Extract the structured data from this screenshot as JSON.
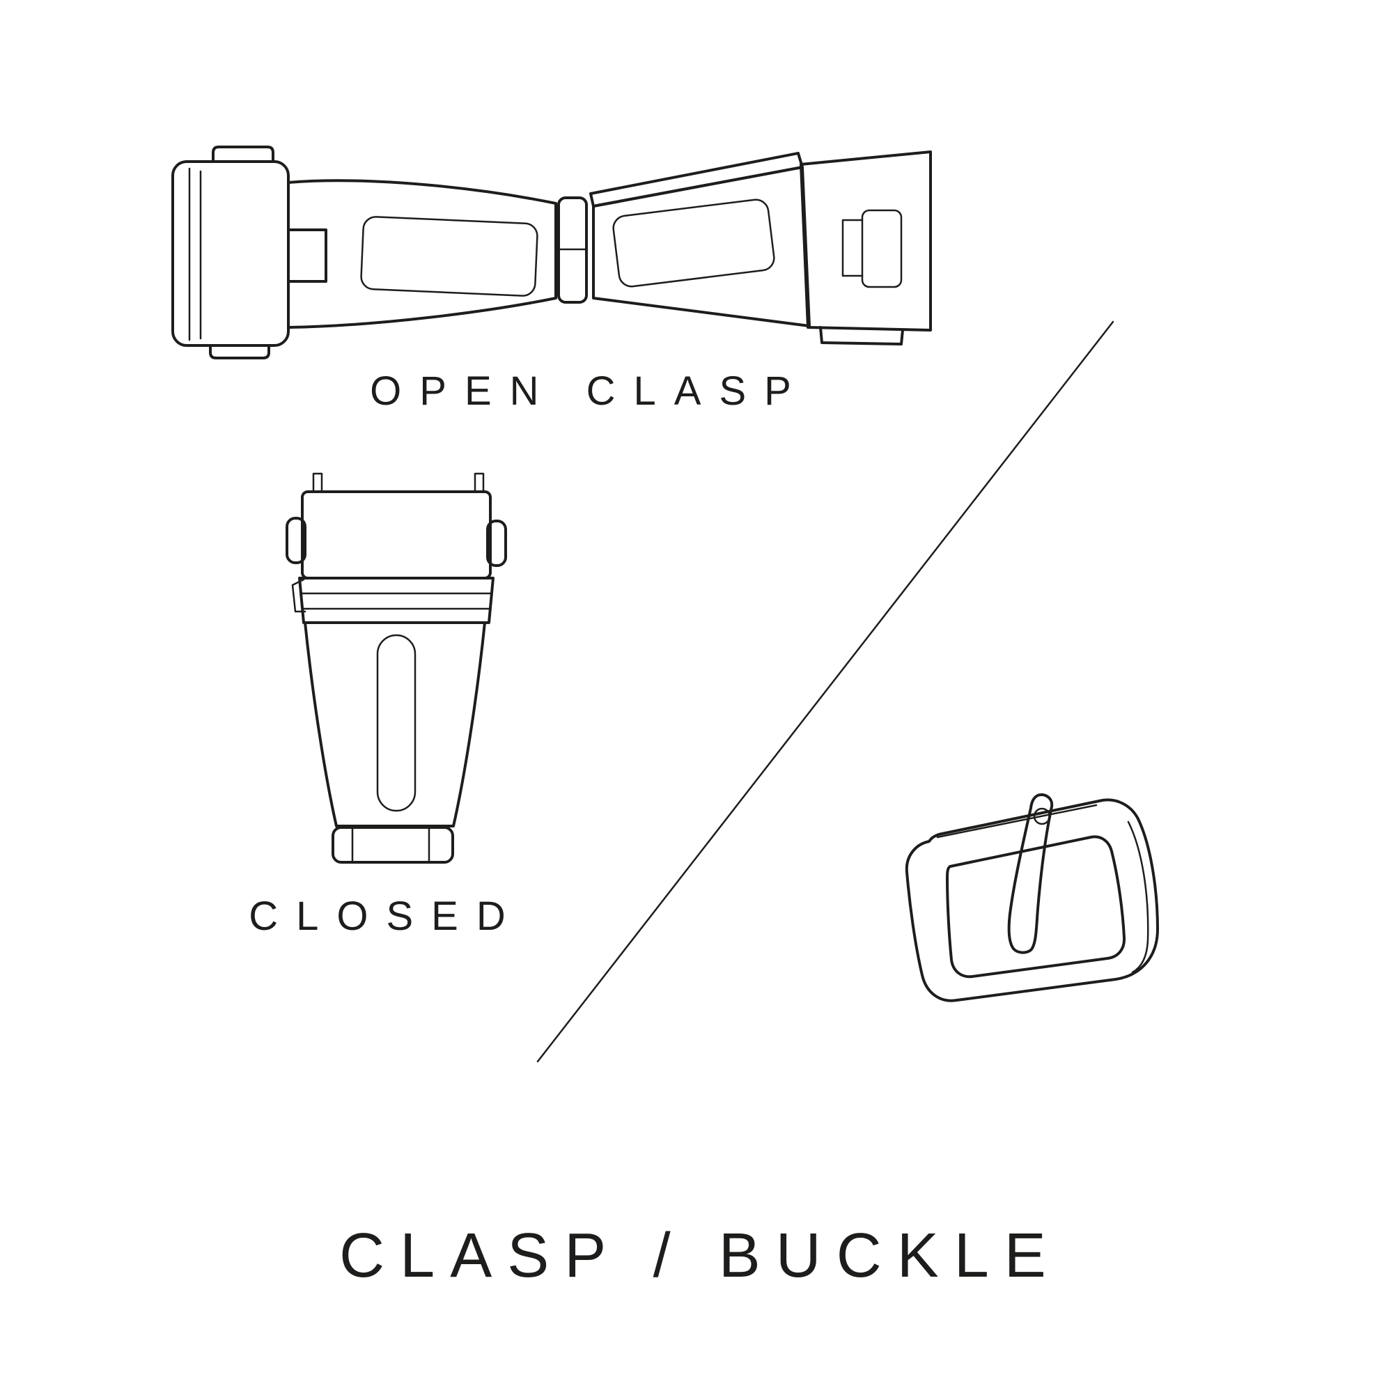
{
  "page": {
    "background_color": "#ffffff",
    "line_color": "#1d1d1b"
  },
  "labels": {
    "open_clasp": "OPEN CLASP",
    "closed": "CLOSED"
  },
  "title": "CLASP / BUCKLE",
  "illustrations": [
    {
      "name": "open-clasp-illustration",
      "caption": "OPEN CLASP"
    },
    {
      "name": "closed-clasp-illustration",
      "caption": "CLOSED"
    },
    {
      "name": "tang-buckle-illustration",
      "caption": ""
    }
  ]
}
